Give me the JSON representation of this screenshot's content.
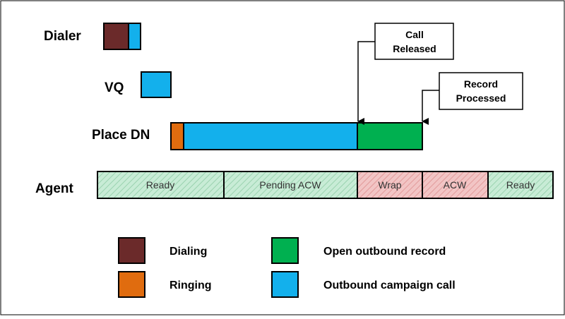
{
  "colors": {
    "dialing": "#6b2a2a",
    "ringing": "#e06c0f",
    "open_outbound_record": "#00b050",
    "outbound_campaign_call": "#13b0ec",
    "agent_green_hatch": "#c8ecd6",
    "agent_red_hatch": "#f2c5c5",
    "border": "#000000",
    "hatch_green_line": "#9bd3b1",
    "hatch_red_line": "#e39b9b"
  },
  "rows": {
    "dialer": "Dialer",
    "vq": "VQ",
    "place_dn": "Place DN",
    "agent": "Agent"
  },
  "callouts": {
    "call_released": [
      "Call",
      "Released"
    ],
    "record_processed": [
      "Record",
      "Processed"
    ]
  },
  "agent_states": [
    "Ready",
    "Pending ACW",
    "Wrap",
    "ACW",
    "Ready"
  ],
  "legend": {
    "dialing": "Dialing",
    "ringing": "Ringing",
    "open_outbound_record": "Open outbound record",
    "outbound_campaign_call": "Outbound campaign call"
  }
}
